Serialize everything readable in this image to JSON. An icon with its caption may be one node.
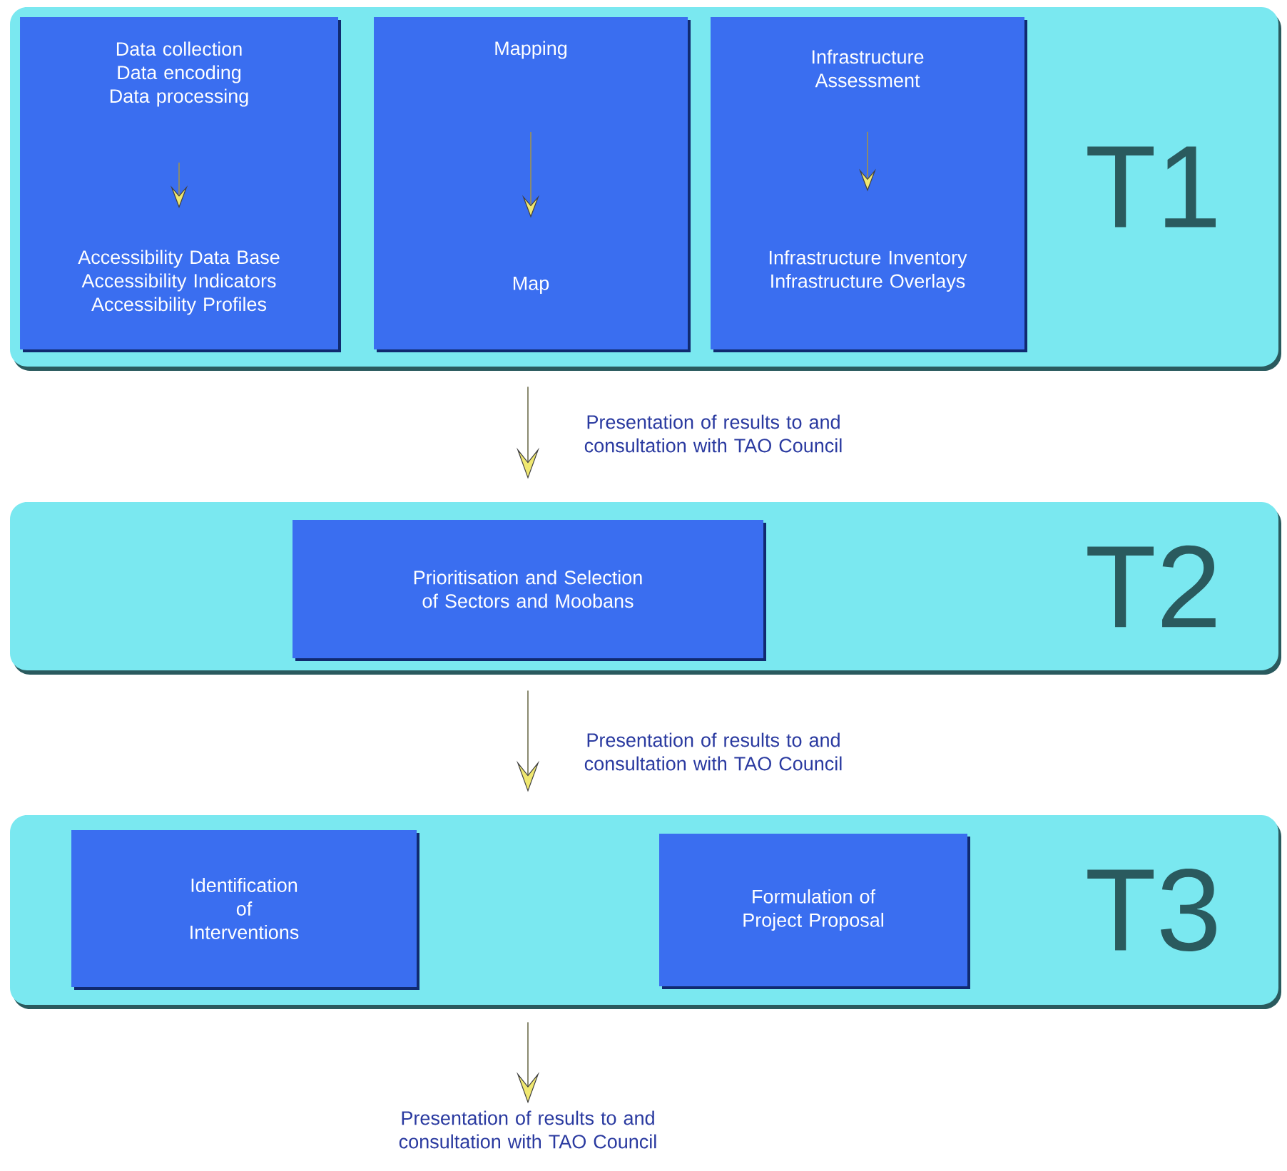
{
  "diagram": {
    "nodes": [
      {
        "text": [
          "T1"
        ]
      },
      {
        "text": [],
        "shape": "box",
        "in": 0
      },
      {
        "text": [
          "Data collection Data encoding Data processing"
        ],
        "in": 1
      },
      {
        "text": [
          "Accessibility Data Base Accessibility Indicators Accessibility Profiles"
        ],
        "in": 1
      },
      {
        "text": [],
        "shape": "box",
        "in": 0
      },
      {
        "text": [
          "Mapping"
        ],
        "in": 4
      },
      {
        "text": [
          "Map"
        ],
        "in": 4
      },
      {
        "text": [],
        "shape": "box",
        "in": 0
      },
      {
        "text": [
          "Infrastructure Assessment"
        ],
        "in": 7
      },
      {
        "text": [
          "Infrastructure Inventory Infrastructure Overlays"
        ],
        "in": 7
      },
      {
        "text": [
          "T2"
        ]
      },
      {
        "text": [
          "Prioritisation and Selection of Sectors and Moobans"
        ],
        "in": 10
      },
      {
        "text": [
          "T3"
        ]
      },
      {
        "text": [
          "Identification of Interventions"
        ],
        "in": 12
      },
      {
        "text": [
          "Formulation of Project Proposal"
        ],
        "in": 12
      },
      {
        "text": [
          "Presentation of results to and consultation with TAO Council"
        ]
      }
    ],
    "edges": [
      {
        "from": 2,
        "to": 3,
        "arrow": "to"
      },
      {
        "from": 5,
        "to": 6,
        "arrow": "to"
      },
      {
        "from": 8,
        "to": 9,
        "arrow": "to"
      },
      {
        "from": 0,
        "to": 10,
        "arrow": "to",
        "label": "Presentation of results to and consultation with TAO Council"
      },
      {
        "from": 10,
        "to": 12,
        "arrow": "to",
        "label": "Presentation of results to and consultation with TAO Council"
      },
      {
        "from": 12,
        "to": 15,
        "arrow": "to"
      }
    ]
  }
}
